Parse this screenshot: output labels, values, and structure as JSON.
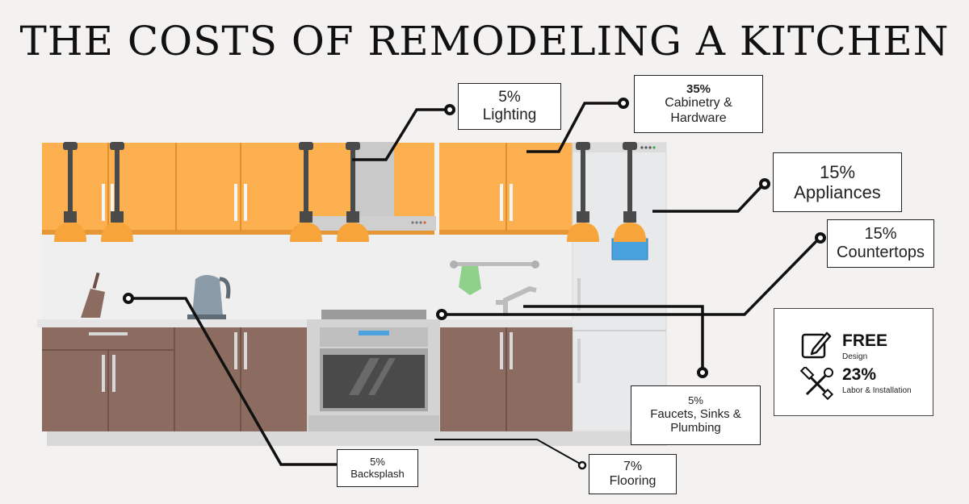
{
  "title": "THE COSTS OF REMODELING A KITCHEN",
  "callouts": {
    "lighting": {
      "pct": "5%",
      "name": "Lighting"
    },
    "cabinetry": {
      "pct": "35%",
      "line1": "Cabinetry &",
      "line2": "Hardware"
    },
    "appliances": {
      "pct": "15%",
      "name": "Appliances"
    },
    "countertops": {
      "pct": "15%",
      "name": "Countertops"
    },
    "faucets": {
      "pct": "5%",
      "line1": "Faucets, Sinks &",
      "line2": "Plumbing"
    },
    "backsplash": {
      "pct": "5%",
      "name": "Backsplash"
    },
    "flooring": {
      "pct": "7%",
      "name": "Flooring"
    }
  },
  "extras": {
    "design": {
      "value": "FREE",
      "label": "Design",
      "icon": "edit-icon"
    },
    "labor": {
      "value": "23%",
      "label": "Labor & Installation",
      "icon": "tools-icon"
    }
  },
  "colors": {
    "upper_cabinet": "#fdb04f",
    "lower_cabinet": "#8c6c60",
    "lamp_shade": "#f7a43a",
    "counter": "#e6e6e6",
    "fridge": "#e9eaec",
    "background": "#f3f2f1"
  }
}
